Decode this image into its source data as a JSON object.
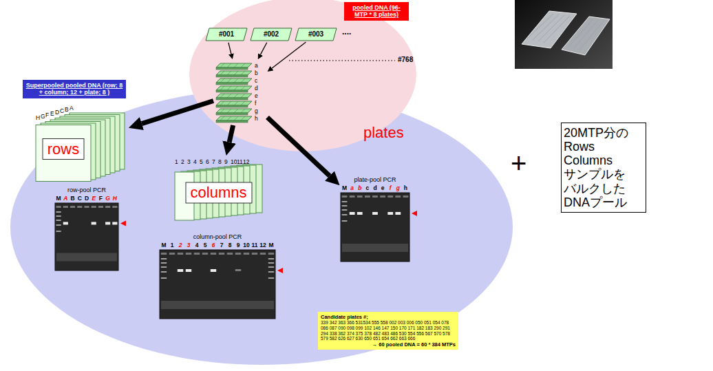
{
  "diagram": {
    "nodes": [
      {
        "text": [
          "pooled DNA (96-MTP * 8 plates)"
        ]
      },
      {
        "text": [
          "#001"
        ]
      },
      {
        "text": [
          "#002"
        ]
      },
      {
        "text": [
          "#003"
        ]
      },
      {
        "text": [
          "a",
          "b",
          "c",
          "d",
          "e",
          "f",
          "g",
          "h"
        ]
      },
      {
        "text": [
          "Superpooled pooled DNA (row; 8 + column; 12 + plate; 8 )"
        ]
      },
      {
        "text": [
          "A",
          "B",
          "C",
          "D",
          "E",
          "F",
          "G",
          "H",
          "rows"
        ]
      },
      {
        "text": [
          "row-pool PCR",
          "M",
          "A",
          "B",
          "C",
          "D",
          "E",
          "F",
          "G",
          "H"
        ]
      },
      {
        "text": [
          "1",
          "2",
          "3",
          "4",
          "5",
          "6",
          "7",
          "8",
          "9",
          "10",
          "11",
          "12",
          "columns"
        ]
      },
      {
        "text": [
          "column-pool PCR",
          "M",
          "1",
          "2",
          "3",
          "4",
          "5",
          "6",
          "7",
          "8",
          "9",
          "10",
          "11",
          "12",
          "M"
        ]
      },
      {
        "text": [
          "plate-pool PCR",
          "M",
          "a",
          "b",
          "c",
          "d",
          "e",
          "f",
          "g",
          "h"
        ]
      },
      {
        "text": [
          "Candidate plates #;",
          "339 342 363 366 531534 555 558 002 003 006 050 051 054 078 086 087 090 098 099 102 146 147 150 170 171 182 183 290 291 294 338 362 374 375 378 482 483 486 530 554 556 567 570 578 579 582 626 627 630 650 651 654 662 663 666",
          "→ 60 pooled DNA = 60 * 384 MTPs"
        ]
      },
      {
        "text": [
          "20MTP分の Rows Columns サンプルを バルクした DNAプール"
        ]
      }
    ],
    "edges": [
      {
        "from": 1,
        "to": 4,
        "arrow": "to"
      },
      {
        "from": 2,
        "to": 4,
        "arrow": "to"
      },
      {
        "from": 3,
        "to": 4,
        "arrow": "to"
      },
      {
        "from": 4,
        "to": 6,
        "arrow": "to"
      },
      {
        "from": 4,
        "to": 8,
        "arrow": "to"
      },
      {
        "from": 4,
        "to": 10,
        "label": "plates",
        "arrow": "to"
      }
    ],
    "labels": [
      "....",
      "#768",
      "+"
    ]
  }
}
